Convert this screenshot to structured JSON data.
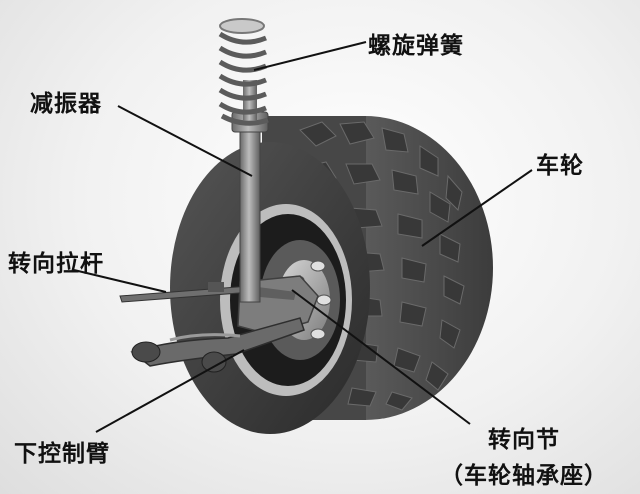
{
  "labels": {
    "spring": "螺旋弹簧",
    "shock_absorber": "减振器",
    "wheel": "车轮",
    "tie_rod": "转向拉杆",
    "lower_control_arm": "下控制臂",
    "knuckle": "转向节",
    "knuckle_sub": "（车轮轴承座）"
  },
  "colors": {
    "tire": "#4b4b4b",
    "tire_dark": "#2f2f2f",
    "rim": "#9a9a9a",
    "steel": "#8c8c8c",
    "line": "#111111"
  }
}
